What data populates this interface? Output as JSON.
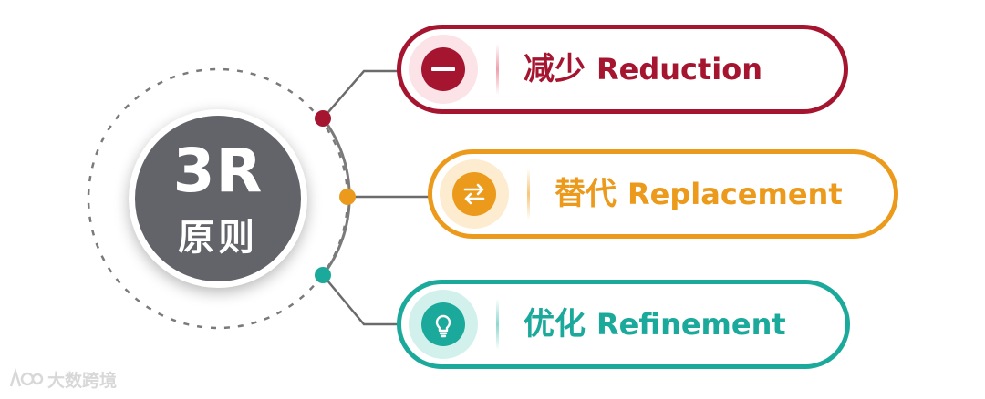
{
  "center": {
    "title": "3R",
    "subtitle": "原则"
  },
  "items": [
    {
      "zh": "减少",
      "en": "Reduction",
      "color": "#a61530",
      "icon": "minus-icon"
    },
    {
      "zh": "替代",
      "en": "Replacement",
      "color": "#ec9a1c",
      "icon": "swap-arrows-icon"
    },
    {
      "zh": "优化",
      "en": "Refinement",
      "color": "#1aa99a",
      "icon": "lightbulb-icon"
    }
  ],
  "center_color": "#62646a",
  "watermark": {
    "text": "大数跨境",
    "icon": "watermark-logo-icon"
  }
}
